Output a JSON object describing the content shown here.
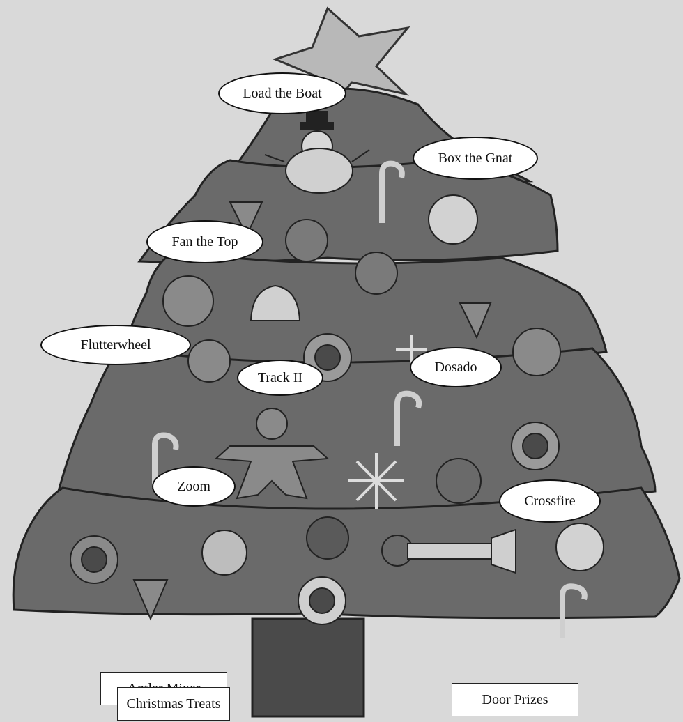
{
  "labels": {
    "load_the_boat": "Load the Boat",
    "box_the_gnat": "Box the Gnat",
    "fan_the_top": "Fan the Top",
    "flutterwheel": "Flutterwheel",
    "track_ii": "Track II",
    "dosado": "Dosado",
    "zoom": "Zoom",
    "crossfire": "Crossfire"
  },
  "boxes": {
    "antler_mixer": "Antler Mixer",
    "christmas_treats": "Christmas Treats",
    "door_prizes": "Door Prizes"
  },
  "colors": {
    "background": "#d9d9d9",
    "tree": "#6a6a6a",
    "tree_dark": "#3a3a3a",
    "star": "#b8b8b8",
    "trunk": "#4a4a4a"
  }
}
